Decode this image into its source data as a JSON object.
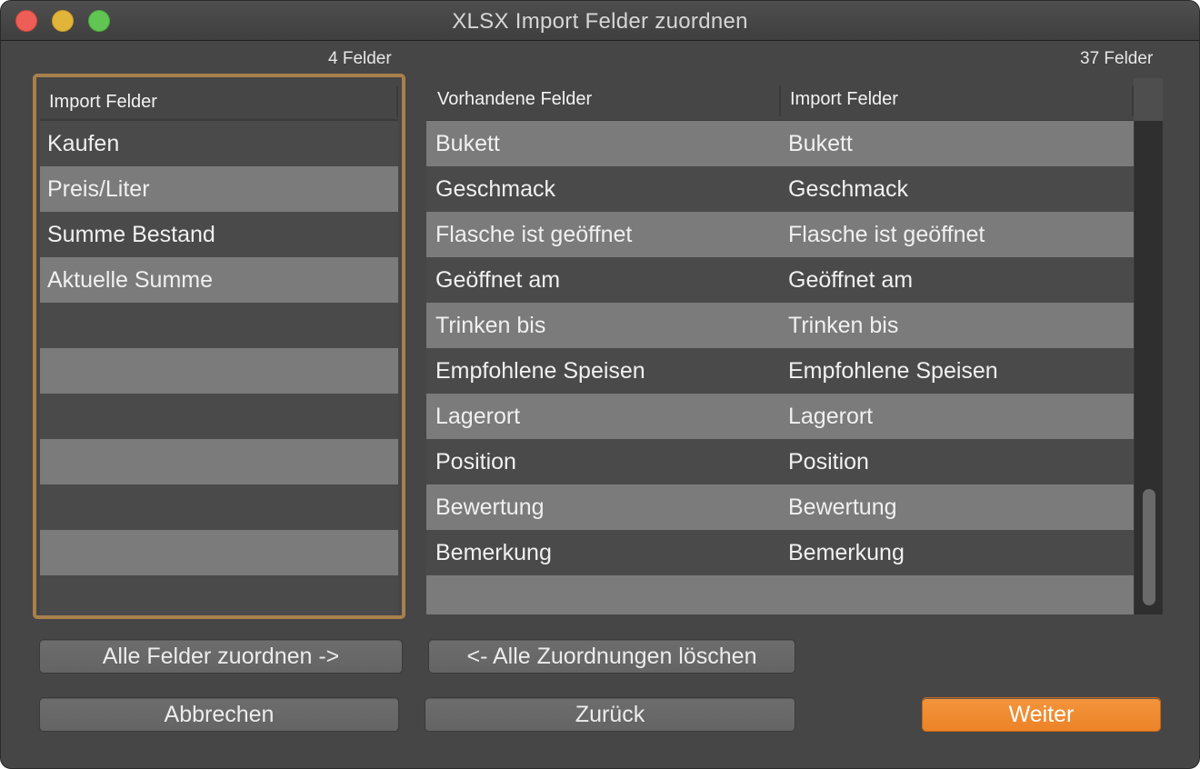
{
  "window": {
    "title": "XLSX Import Felder zuordnen"
  },
  "left_list": {
    "count_label": "4 Felder",
    "header": "Import Felder",
    "items": [
      "Kaufen",
      "Preis/Liter",
      "Summe Bestand",
      "Aktuelle Summe",
      "",
      "",
      "",
      "",
      "",
      "",
      ""
    ]
  },
  "right_table": {
    "count_label": "37 Felder",
    "columns": [
      "Vorhandene Felder",
      "Import Felder"
    ],
    "rows": [
      [
        "Bukett",
        "Bukett"
      ],
      [
        "Geschmack",
        "Geschmack"
      ],
      [
        "Flasche ist geöffnet",
        "Flasche ist geöffnet"
      ],
      [
        "Geöffnet am",
        "Geöffnet am"
      ],
      [
        "Trinken bis",
        "Trinken bis"
      ],
      [
        "Empfohlene Speisen",
        "Empfohlene Speisen"
      ],
      [
        "Lagerort",
        "Lagerort"
      ],
      [
        "Position",
        "Position"
      ],
      [
        "Bewertung",
        "Bewertung"
      ],
      [
        "Bemerkung",
        "Bemerkung"
      ]
    ]
  },
  "buttons": {
    "map_all": "Alle Felder zuordnen ->",
    "clear_all": "<- Alle Zuordnungen löschen",
    "cancel": "Abbrechen",
    "back": "Zurück",
    "next": "Weiter"
  },
  "colors": {
    "accent": "#ef8a30",
    "focus_ring": "#a8804c"
  },
  "icons": {
    "close": "close-icon",
    "minimize": "minimize-icon",
    "maximize": "maximize-icon"
  }
}
